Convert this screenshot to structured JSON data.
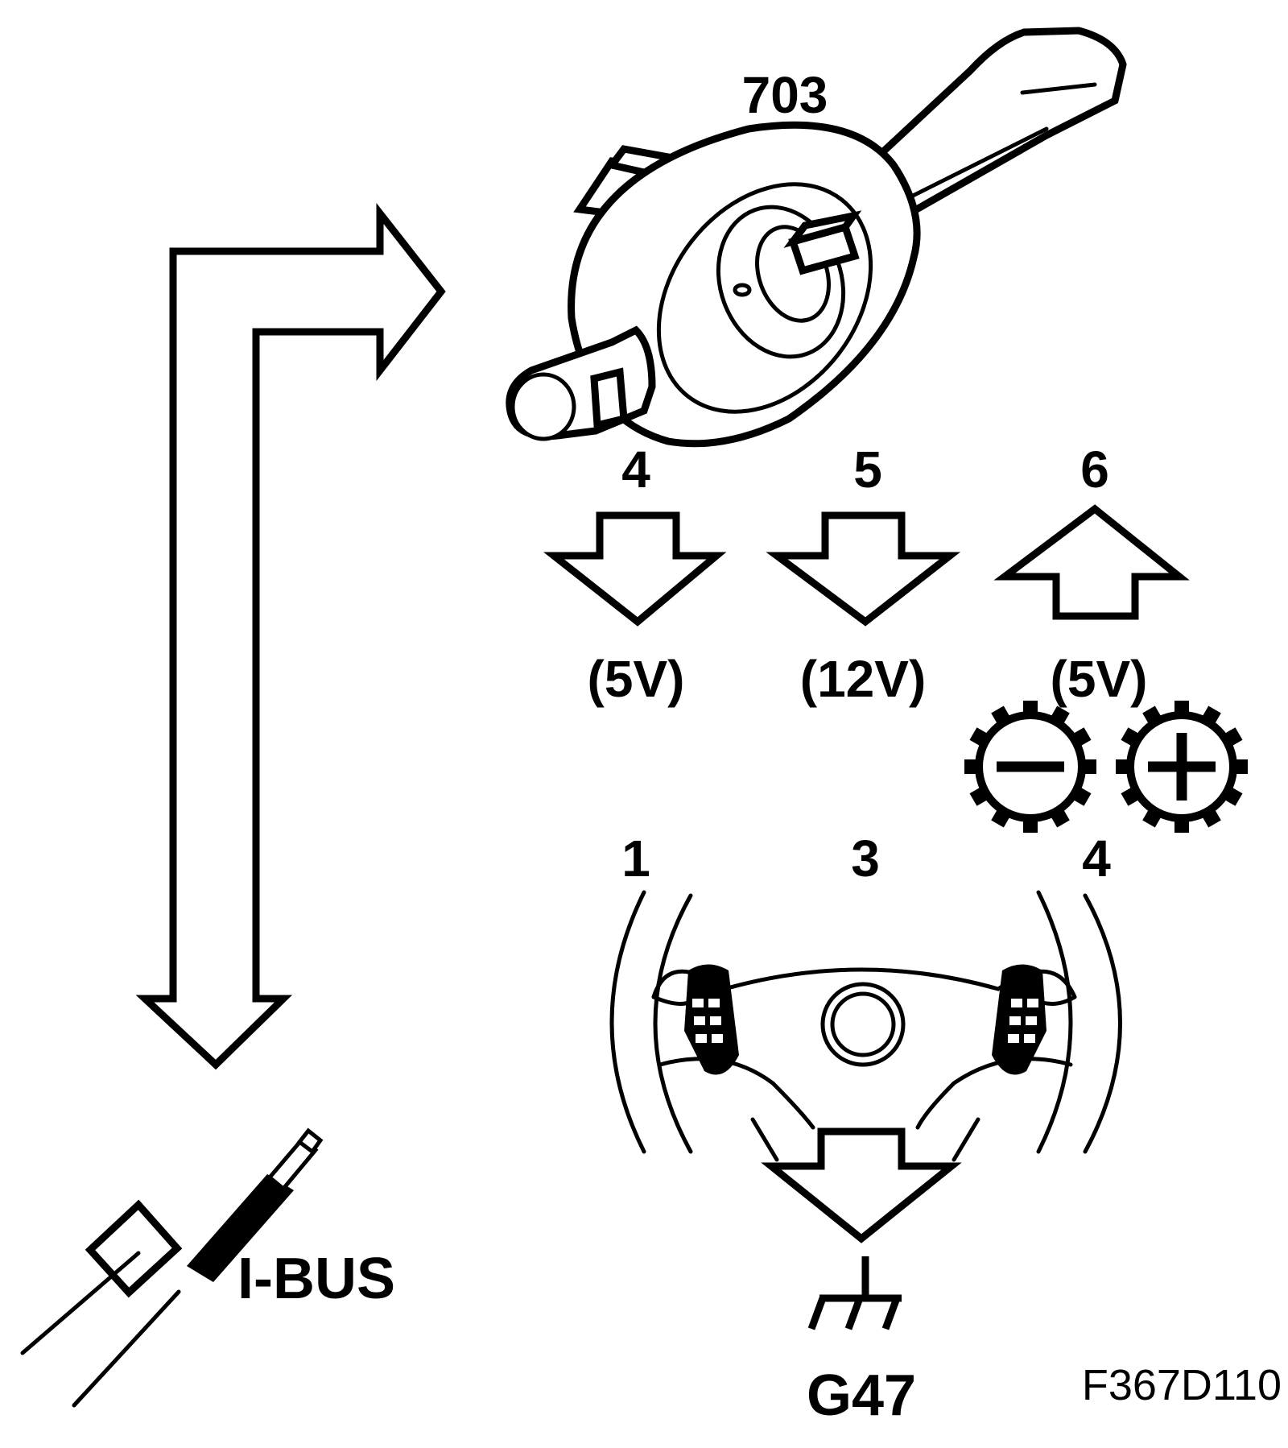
{
  "labels": {
    "switch_part_number": "703",
    "signal_4": "4",
    "signal_5": "5",
    "signal_6": "6",
    "voltage_4": "(5V)",
    "voltage_5": "(12V)",
    "voltage_6": "(5V)",
    "wheel_pin_1": "1",
    "wheel_pin_3": "3",
    "wheel_pin_4": "4",
    "bus": "I-BUS",
    "ground": "G47",
    "figure_code": "F367D110"
  },
  "icons": [
    "minus-gear-icon",
    "plus-gear-icon",
    "ground-symbol-icon",
    "connector-plug-icon",
    "steering-wheel-icon",
    "stalk-switch-icon"
  ],
  "colors": {
    "ink": "#000000",
    "paper": "#ffffff"
  }
}
